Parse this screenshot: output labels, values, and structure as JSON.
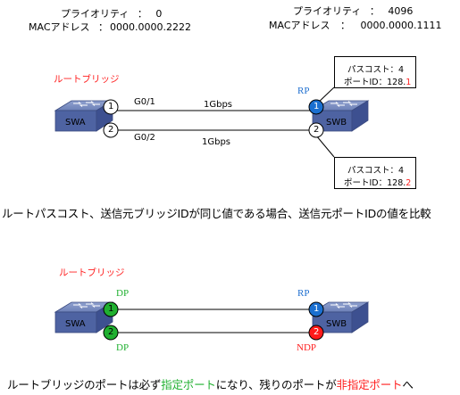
{
  "swa": {
    "priority_label": "プライオリティ",
    "priority_sep": "：",
    "priority_value": "0",
    "mac_label": "MACアドレス",
    "mac_sep": "：",
    "mac_value": "0000.0000.2222"
  },
  "swb": {
    "priority_label": "プライオリティ",
    "priority_sep": "：",
    "priority_value": "4096",
    "mac_label": "MACアドレス",
    "mac_sep": "：",
    "mac_value": "0000.0000.1111"
  },
  "diagram1": {
    "root_bridge_label": "ルートブリッジ",
    "swa_label": "SWA",
    "swb_label": "SWB",
    "port_swa_1": "1",
    "port_swa_2": "2",
    "port_swb_1": "1",
    "port_swb_2": "2",
    "link1_iface": "G0/1",
    "link1_speed": "1Gbps",
    "link2_iface": "G0/2",
    "link2_speed": "1Gbps",
    "rp_label": "RP",
    "box1": {
      "cost_label": "パスコスト：4",
      "pid_prefix": "ポートID：128.",
      "pid_suffix": "1"
    },
    "box2": {
      "cost_label": "パスコスト：4",
      "pid_prefix": "ポートID：128.",
      "pid_suffix": "2"
    },
    "caption": "ルートパスコスト、送信元ブリッジIDが同じ値である場合、送信元ポートIDの値を比較"
  },
  "diagram2": {
    "root_bridge_label": "ルートブリッジ",
    "swa_label": "SWA",
    "swb_label": "SWB",
    "port_swa_1": "1",
    "port_swa_2": "2",
    "port_swb_1": "1",
    "port_swb_2": "2",
    "dp_top_label": "DP",
    "dp_bottom_label": "DP",
    "rp_label": "RP",
    "ndp_label": "NDP",
    "caption_part1": "ルートブリッジのポートは必ず",
    "caption_part2": "指定ポート",
    "caption_part3": "になり、残りのポートが",
    "caption_part4": "非指定ポート",
    "caption_part5": "へ"
  },
  "colors": {
    "root_red": "#ff2020",
    "rp_blue": "#1a6fd0",
    "dp_green": "#20b030",
    "ndp_red": "#ff2020",
    "switch_blue": "#5a6fa8"
  }
}
